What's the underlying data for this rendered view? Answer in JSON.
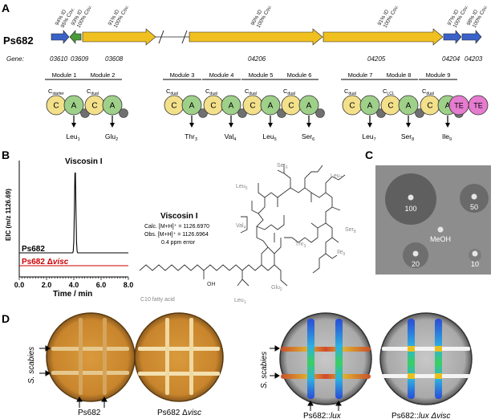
{
  "panels": {
    "A": "A",
    "B": "B",
    "C": "C",
    "D": "D"
  },
  "panelA": {
    "strain": "Ps682",
    "gene_label": "Gene:",
    "genes": [
      {
        "name": "03610",
        "id_line": "94% ID",
        "cov_line": "95% Cov."
      },
      {
        "name": "03609",
        "id_line": "93% ID",
        "cov_line": "100% Cov."
      },
      {
        "name": "03608",
        "id_line": "91% ID",
        "cov_line": "100% Cov."
      },
      {
        "name": "04206",
        "id_line": "90% ID",
        "cov_line": "100% Cov."
      },
      {
        "name": "04205",
        "id_line": "91% ID",
        "cov_line": "100% Cov."
      },
      {
        "name": "04204",
        "id_line": "97% ID",
        "cov_line": "100% Cov."
      },
      {
        "name": "04203",
        "id_line": "98% ID",
        "cov_line": "100% Cov."
      }
    ],
    "modules": [
      "Module 1",
      "Module 2",
      "Module 3",
      "Module 4",
      "Module 5",
      "Module 6",
      "Module 7",
      "Module 8",
      "Module 9"
    ],
    "domain_letters": {
      "C": "C",
      "A": "A",
      "TE": "TE"
    },
    "c_types": [
      {
        "main": "C",
        "sub": "starter"
      },
      {
        "main": "C",
        "sub": "dual"
      },
      {
        "main": "C",
        "sub": "dual"
      },
      {
        "main": "C",
        "sub": "dual"
      },
      {
        "main": "C",
        "sub": "dual"
      },
      {
        "main": "C",
        "sub": "dual"
      },
      {
        "main": "C",
        "sub": "dual"
      },
      {
        "main": "C",
        "sub": "LCL"
      },
      {
        "main": "C",
        "sub": "dual"
      }
    ],
    "residues": [
      {
        "aa": "Leu",
        "n": "1"
      },
      {
        "aa": "Glu",
        "n": "2"
      },
      {
        "aa": "Thr",
        "n": "3"
      },
      {
        "aa": "Val",
        "n": "4"
      },
      {
        "aa": "Leu",
        "n": "5"
      },
      {
        "aa": "Ser",
        "n": "6"
      },
      {
        "aa": "Leu",
        "n": "7"
      },
      {
        "aa": "Ser",
        "n": "8"
      },
      {
        "aa": "Ile",
        "n": "9"
      }
    ]
  },
  "panelB": {
    "peak_label": "Viscosin I",
    "ylabel": "EIC (m/z 1126.69)",
    "xlabel": "Time / min",
    "trace1": "Ps682",
    "trace2_prefix": "Ps682 Δ",
    "trace2_suffix": "visc",
    "structure_title": "Viscosin I",
    "calc": "Calc. [M+H]⁺ = 1126.6970",
    "obs": "Obs. [M+H]⁺ = 1126.6964",
    "err": "0.4 ppm error",
    "fatty": "C10 fatty acid",
    "struct_labels": {
      "Leu3": "Leu",
      "Ser6": "Ser",
      "Leu7": "Leu",
      "Val4": "Val",
      "Thr3": "Thr",
      "Ser8": "Ser",
      "Ile9": "Ile",
      "Leu1": "Leu",
      "Glu2": "Glu"
    },
    "oh": "OH"
  },
  "chart_data": {
    "type": "line",
    "title": "Viscosin I",
    "xlabel": "Time / min",
    "ylabel": "EIC (m/z 1126.69)",
    "xlim": [
      0,
      8
    ],
    "x_ticks": [
      "0.0",
      "2.0",
      "4.0",
      "6.0",
      "8.0"
    ],
    "series": [
      {
        "name": "Ps682",
        "peak_x": 4.1,
        "peak_rel": 1.0,
        "color": "#000000"
      },
      {
        "name": "Ps682 Δvisc",
        "peak_rel": 0.0,
        "color": "#cc0000"
      }
    ]
  },
  "panelC": {
    "labels": [
      "100",
      "50",
      "MeOH",
      "20",
      "10"
    ]
  },
  "panelD": {
    "organism": "S. scabies",
    "plate1": "Ps682",
    "plate2_prefix": "Ps682 Δ",
    "plate2_suffix": "visc",
    "plate3_prefix": "Ps682::",
    "plate3_suffix": "lux",
    "plate4_prefix": "Ps682::",
    "plate4_mid": "lux",
    "plate4_suffix": " Δvisc"
  },
  "colors": {
    "gene_blue": "#3a62c9",
    "gene_green": "#4a9a3a",
    "gene_yellow": "#f0c020",
    "c_domain": "#f3e08a",
    "a_domain": "#9fd08a",
    "te_domain": "#e57ccf",
    "pcp": "#707070",
    "red_trace": "#cc0000"
  }
}
